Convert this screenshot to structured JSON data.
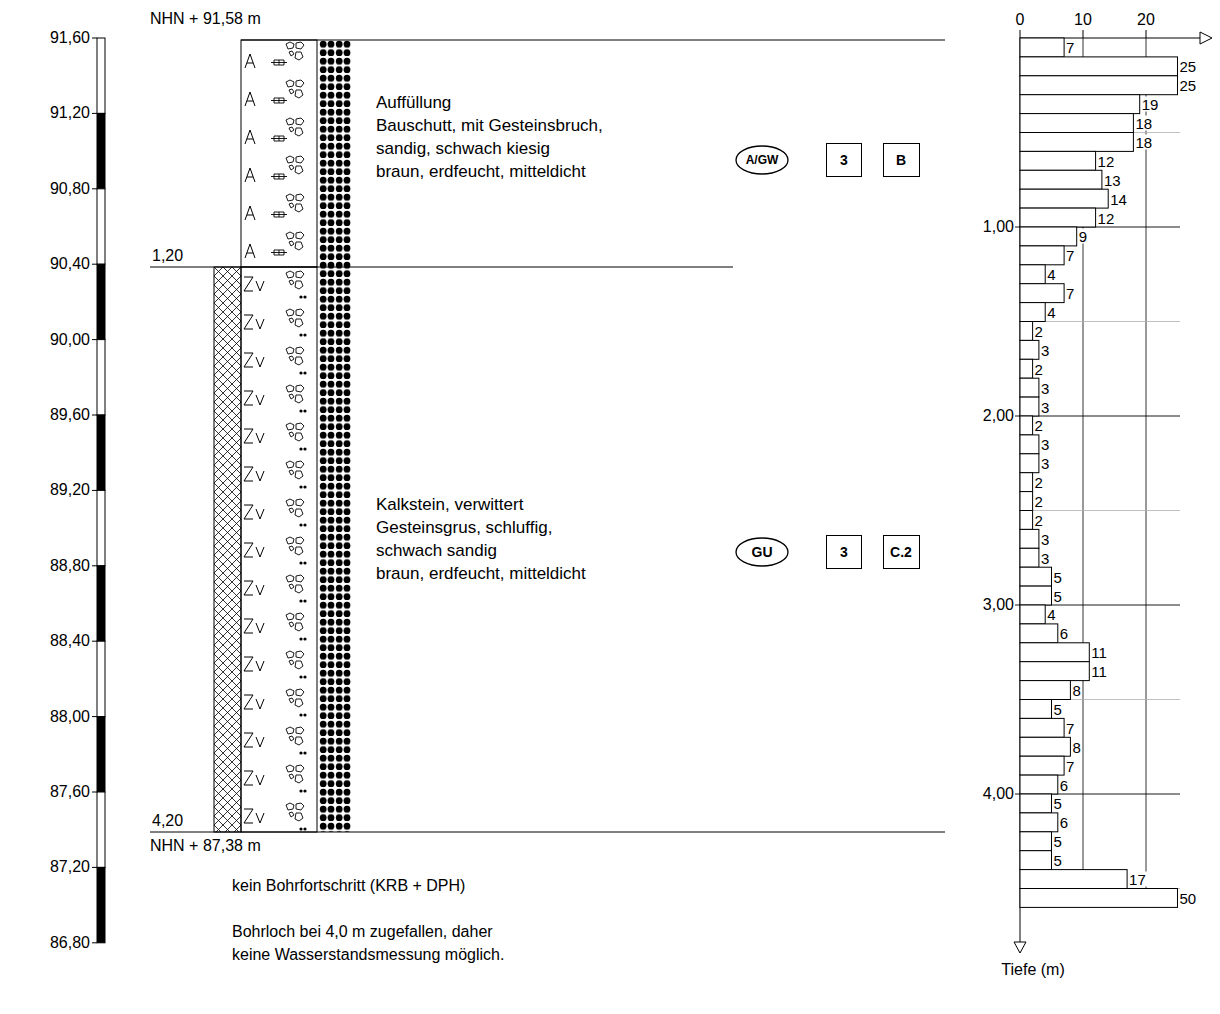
{
  "diagram": {
    "nodes": [
      {
        "text": [
          "A/GW"
        ]
      },
      {
        "text": [
          "3"
        ]
      },
      {
        "text": [
          "B"
        ]
      },
      {
        "text": [
          "GU"
        ]
      },
      {
        "text": [
          "3"
        ]
      },
      {
        "text": [
          "C.2"
        ]
      }
    ],
    "labels": [
      "91,60",
      "91,20",
      "90,80",
      "90,40",
      "90,00",
      "89,60",
      "89,20",
      "88,80",
      "88,40",
      "88,00",
      "87,60",
      "87,20",
      "86,80",
      "NHN + 91,58 m",
      "1,20",
      "4,20",
      "NHN + 87,38 m",
      "Auffüllung",
      "Bauschutt, mit Gesteinsbruch,",
      "sandig, schwach kiesig",
      "braun, erdfeucht, mitteldicht",
      "Kalkstein, verwittert",
      "Gesteinsgrus, schluffig,",
      "schwach sandig",
      "braun, erdfeucht, mitteldicht",
      "kein Bohrfortschritt (KRB + DPH)",
      "Bohrloch bei 4,0 m zugefallen, daher",
      "keine Wasserstandsmessung möglich.",
      "0",
      "10",
      "20",
      "1,00",
      "2,00",
      "3,00",
      "4,00",
      "Tiefe (m)",
      "7",
      "25",
      "25",
      "19",
      "18",
      "18",
      "12",
      "13",
      "14",
      "12",
      "9",
      "7",
      "4",
      "7",
      "4",
      "2",
      "3",
      "2",
      "3",
      "3",
      "2",
      "3",
      "3",
      "2",
      "2",
      "2",
      "3",
      "3",
      "5",
      "5",
      "4",
      "6",
      "11",
      "11",
      "8",
      "5",
      "7",
      "8",
      "7",
      "6",
      "5",
      "6",
      "5",
      "5",
      "17",
      "50"
    ]
  }
}
